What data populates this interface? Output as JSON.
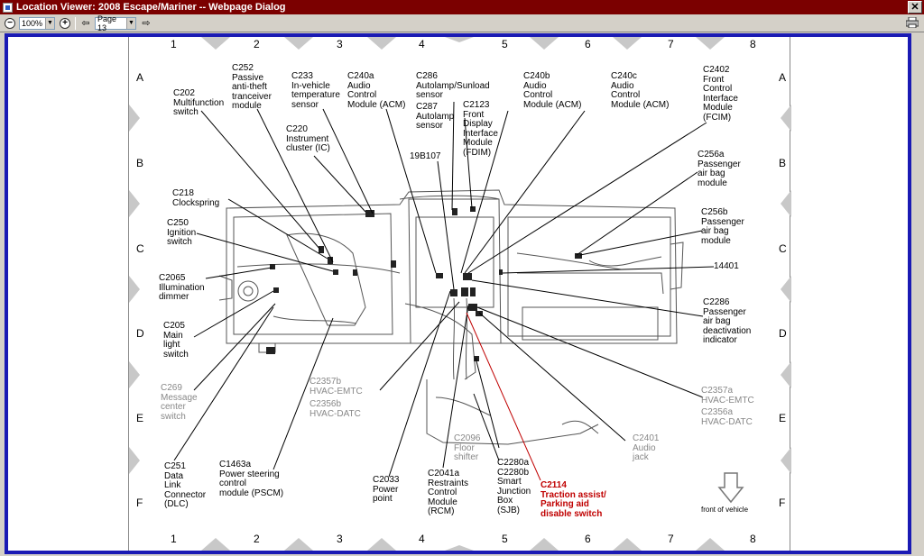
{
  "window": {
    "title": "Location Viewer: 2008 Escape/Mariner -- Webpage Dialog",
    "close_label": "✕"
  },
  "toolbar": {
    "zoom_value": "100%",
    "page_value": "Page 13"
  },
  "grid": {
    "columns": [
      "1",
      "2",
      "3",
      "4",
      "5",
      "6",
      "7",
      "8"
    ],
    "rows": [
      "A",
      "B",
      "C",
      "D",
      "E",
      "F"
    ]
  },
  "labels": {
    "c202": "C202\nMultifunction\nswitch",
    "c252": "C252\nPassive\nanti-theft\ntranceiver\nmodule",
    "c233": "C233\nIn-vehicle\ntemperature\nsensor",
    "c240a": "C240a\nAudio\nControl\nModule (ACM)",
    "c286": "C286\nAutolamp/Sunload\nsensor",
    "c287": "C287\nAutolamp\nsensor",
    "c2123": "C2123\nFront\nDisplay\nInterface\nModule\n(FDIM)",
    "c240b": "C240b\nAudio\nControl\nModule (ACM)",
    "c240c": "C240c\nAudio\nControl\nModule (ACM)",
    "c2402": "C2402\nFront\nControl\nInterface\nModule\n(FCIM)",
    "c220": "C220\nInstrument\ncluster (IC)",
    "b19b107": "19B107",
    "c256a": "C256a\nPassenger\nair bag\nmodule",
    "c218": "C218\nClockspring",
    "c256b": "C256b\nPassenger\nair bag\nmodule",
    "c250": "C250\nIgnition\nswitch",
    "n14401": "14401",
    "c2065": "C2065\nIllumination\ndimmer",
    "c2286": "C2286\nPassenger\nair bag\ndeactivation\nindicator",
    "c205": "C205\nMain\nlight\nswitch",
    "c2357b": "C2357b\nHVAC-EMTC",
    "c2356b": "C2356b\nHVAC-DATC",
    "c2357a": "C2357a\nHVAC-EMTC",
    "c2356a": "C2356a\nHVAC-DATC",
    "c269": "C269\nMessage\ncenter\nswitch",
    "c2096": "C2096\nFloor\nshifter",
    "c2401": "C2401\nAudio\njack",
    "c251": "C251\nData\nLink\nConnector\n(DLC)",
    "c1463a": "C1463a\nPower steering\ncontrol\nmodule (PSCM)",
    "c2033": "C2033\nPower\npoint",
    "c2041a": "C2041a\nRestraints\nControl\nModule\n(RCM)",
    "c2280": "C2280a\nC2280b\nSmart\nJunction\nBox\n(SJB)",
    "c2114": "C2114\nTraction assist/\nParking aid\ndisable switch",
    "front": "front of vehicle"
  },
  "colors": {
    "frame": "#1a1ab4",
    "titlebar": "#7b0000",
    "highlight": "#c00000"
  }
}
